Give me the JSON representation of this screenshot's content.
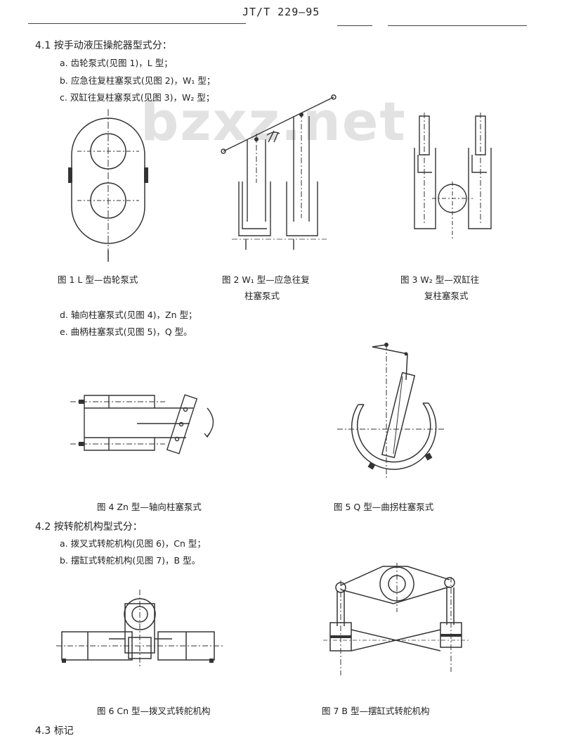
{
  "header": {
    "standard_no": "JT/T 229—95"
  },
  "watermark": "bzxz.net",
  "s41": {
    "heading": "4.1  按手动液压操舵器型式分：",
    "items": [
      "a. 齿轮泵式(见图 1)，L 型；",
      "b. 应急往复柱塞泵式(见图 2)，W₁ 型；",
      "c. 双缸往复柱塞泵式(见图 3)，W₂ 型；",
      "d. 轴向柱塞泵式(见图 4)，Zn 型；",
      "e. 曲柄柱塞泵式(见图 5)，Q 型。"
    ]
  },
  "figures": {
    "fig1": {
      "caption": "图 1  L 型—齿轮泵式"
    },
    "fig2": {
      "caption_line1": "图 2  W₁ 型—应急往复",
      "caption_line2": "柱塞泵式"
    },
    "fig3": {
      "caption_line1": "图 3  W₂ 型—双缸往",
      "caption_line2": "复柱塞泵式"
    },
    "fig4": {
      "caption": "图 4  Zn 型—轴向柱塞泵式"
    },
    "fig5": {
      "caption": "图 5  Q 型—曲拐柱塞泵式"
    },
    "fig6": {
      "caption": "图 6  Cn 型—拨叉式转舵机构"
    },
    "fig7": {
      "caption": "图 7  B 型—摆缸式转舵机构"
    }
  },
  "s42": {
    "heading": "4.2  按转舵机构型式分：",
    "items": [
      "a. 拨叉式转舵机构(见图 6)，Cn 型；",
      "b. 摆缸式转舵机构(见图 7)，B 型。"
    ]
  },
  "s43": {
    "heading": "4.3  标记"
  }
}
